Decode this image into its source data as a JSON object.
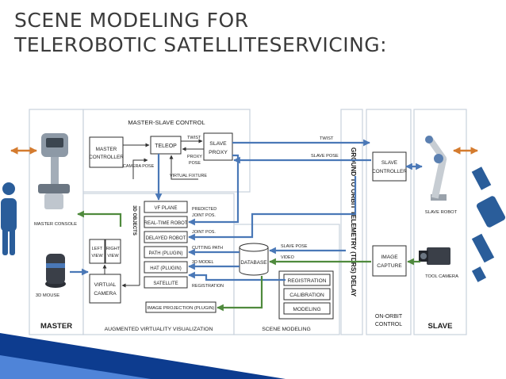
{
  "slide": {
    "title_line1": "SCENE MODELING FOR",
    "title_line2": "TELEROBOTIC SATELLITESERVICING:"
  },
  "diagram": {
    "panels": {
      "master_slave_control": "MASTER-SLAVE CONTROL",
      "augmented_virtuality": "AUGMENTED VIRTUALITY VISUALIZATION",
      "scene_modeling": "SCENE MODELING",
      "on_orbit_control_1": "ON-ORBIT",
      "on_orbit_control_2": "CONTROL",
      "master": "MASTER",
      "slave": "SLAVE",
      "delay_band": "GROUND TO ORBIT TELEMETRY (TDRS) DELAY"
    },
    "devices": {
      "master_console": "MASTER CONSOLE",
      "mouse_3d": "3D MOUSE",
      "slave_robot": "SLAVE ROBOT",
      "tool_camera": "TOOL CAMERA"
    },
    "boxes": {
      "master_controller_1": "MASTER",
      "master_controller_2": "CONTROLLER",
      "teleop": "TELEOP",
      "slave_proxy_1": "SLAVE",
      "slave_proxy_2": "PROXY",
      "slave_controller_1": "SLAVE",
      "slave_controller_2": "CONTROLLER",
      "image_capture_1": "IMAGE",
      "image_capture_2": "CAPTURE",
      "left_view_1": "LEFT",
      "left_view_2": "VIEW",
      "right_view_1": "RIGHT",
      "right_view_2": "VIEW",
      "virtual_camera_1": "VIRTUAL",
      "virtual_camera_2": "CAMERA",
      "vf_plane": "VF PLANE",
      "real_time_robot": "REAL-TIME ROBOT",
      "delayed_robot": "DELAYED ROBOT",
      "path_plugin": "PATH (PLUGIN)",
      "hat_plugin": "HAT (PLUGIN)",
      "satellite": "SATELLITE",
      "image_projection": "IMAGE PROJECTION (PLUGIN)",
      "database": "DATABASE",
      "registration": "REGISTRATION",
      "calibration": "CALIBRATION",
      "modeling": "MODELING",
      "objects_3d": "3D OBJECTS"
    },
    "signals": {
      "twist_top": "TWIST",
      "twist_right": "TWIST",
      "slave_pose_right": "SLAVE POSE",
      "proxy_pose_1": "PROXY",
      "proxy_pose_2": "POSE",
      "camera_pose": "CAMERA POSE",
      "virtual_fixture": "VIRTUAL FIXTURE",
      "predicted_1": "PREDICTED",
      "predicted_2": "JOINT POS.",
      "joint_pos": "JOINT POS.",
      "cutting_path": "CUTTING PATH",
      "model_3d": "3D MODEL",
      "registration_sig": "REGISTRATION",
      "slave_pose_db": "SLAVE POSE",
      "video": "VIDEO"
    },
    "colors": {
      "command_flow": "#4a78b7",
      "video_flow": "#4f8a3d",
      "human_interface": "#d47b2e",
      "human_figure": "#2a5d9a"
    }
  }
}
